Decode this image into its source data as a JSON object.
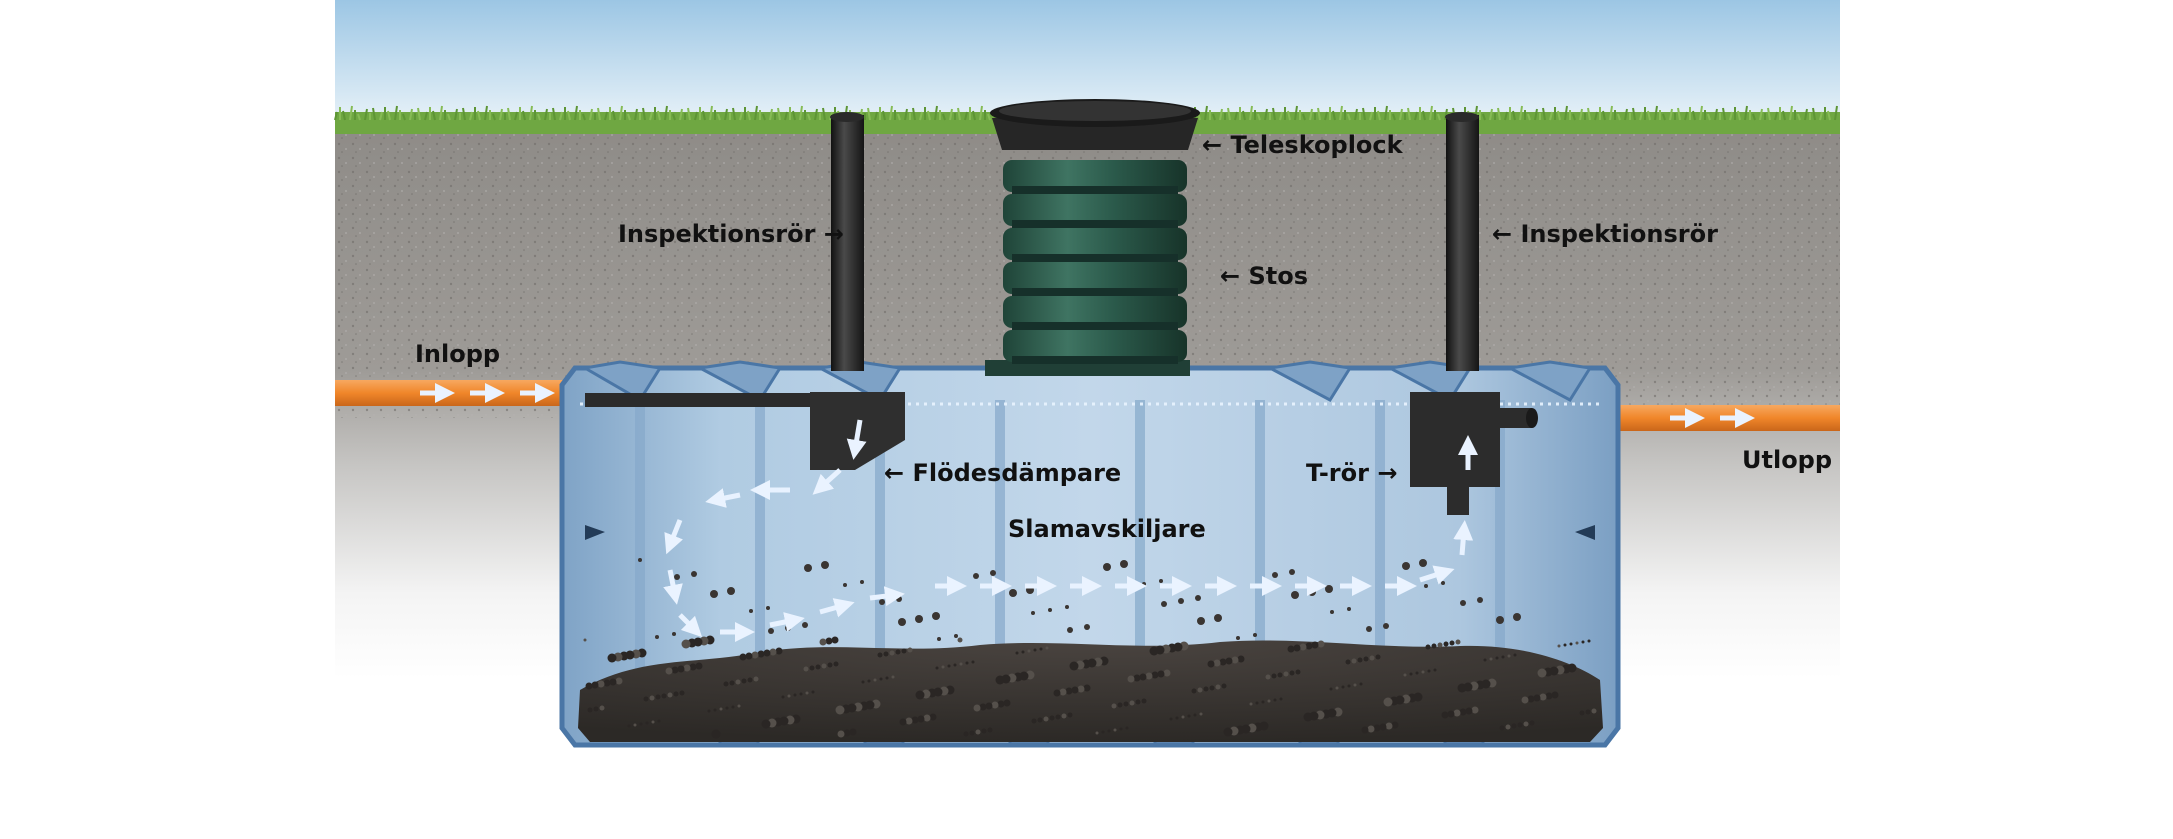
{
  "labels": {
    "teleskoplock": "← Teleskoplock",
    "stos": "← Stos",
    "inspektionsror_left": "Inspektionsrör →",
    "inspektionsror_right": "← Inspektionsrör",
    "inlopp": "Inlopp",
    "utlopp": "Utlopp",
    "flodesdampare": "← Flödesdämpare",
    "t_ror": "T-rör →",
    "slamavskiljare": "Slamavskiljare"
  },
  "colors": {
    "sky_top": "#9cc6e4",
    "sky_bottom": "#e6f1f8",
    "grass": "#6fa742",
    "soil": "#8f8c88",
    "gravel": "#c9c8c6",
    "pipe_orange": "#f0862a",
    "tank_blue": "#9cbbd6",
    "tank_edge": "#4a76a6",
    "riser_green": "#2a5547",
    "lid_black": "#1c1c1c",
    "sludge": "#3b3632",
    "arrow": "#e8f2ff"
  }
}
